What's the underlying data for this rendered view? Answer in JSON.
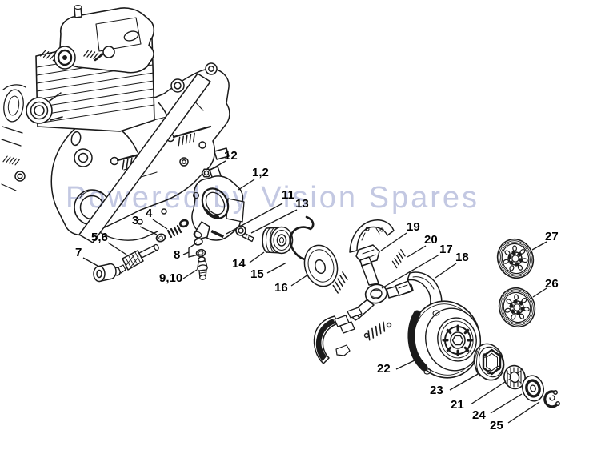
{
  "watermark": {
    "text": "Powered by Vision Spares",
    "color": "#c3c8e2"
  },
  "colors": {
    "line": "#1a1a1a",
    "background": "#ffffff"
  },
  "diagram": {
    "type": "exploded-parts-diagram",
    "labels": [
      {
        "text": "12"
      },
      {
        "text": "1,2"
      },
      {
        "text": "11"
      },
      {
        "text": "13"
      },
      {
        "text": "3"
      },
      {
        "text": "4"
      },
      {
        "text": "5,6"
      },
      {
        "text": "7"
      },
      {
        "text": "8"
      },
      {
        "text": "9,10"
      },
      {
        "text": "14"
      },
      {
        "text": "15"
      },
      {
        "text": "16"
      },
      {
        "text": "19"
      },
      {
        "text": "20"
      },
      {
        "text": "17"
      },
      {
        "text": "18"
      },
      {
        "text": "27"
      },
      {
        "text": "26"
      },
      {
        "text": "22"
      },
      {
        "text": "23"
      },
      {
        "text": "21"
      },
      {
        "text": "24"
      },
      {
        "text": "25"
      }
    ]
  }
}
